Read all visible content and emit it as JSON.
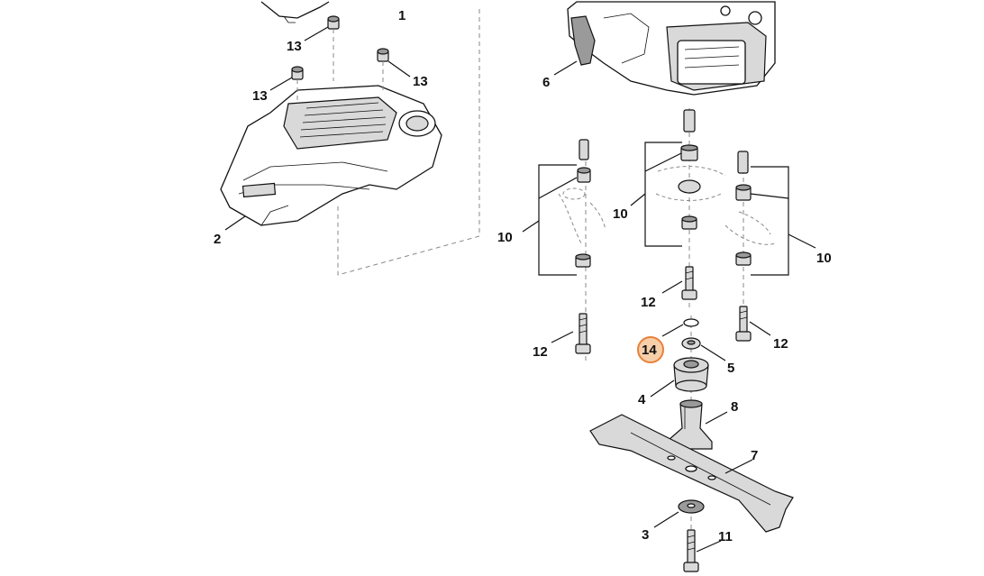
{
  "callouts": {
    "c1": "1",
    "c2": "2",
    "c3": "3",
    "c4": "4",
    "c5": "5",
    "c6": "6",
    "c7": "7",
    "c8": "8",
    "c10a": "10",
    "c10b": "10",
    "c10c": "10",
    "c11": "11",
    "c12a": "12",
    "c12b": "12",
    "c12c": "12",
    "c13a": "13",
    "c13b": "13",
    "c13c": "13",
    "c14": "14"
  },
  "highlight": {
    "part": "14",
    "fill_color": "#f7cfa9",
    "stroke_color": "#e8813a"
  }
}
